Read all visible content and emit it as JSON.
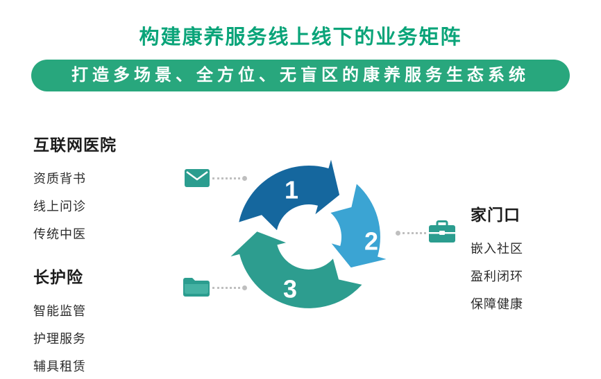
{
  "header": {
    "title": "构建康养服务线上线下的业务矩阵",
    "subtitle": "打造多场景、全方位、无盲区的康养服务生态系统"
  },
  "colors": {
    "title_green": "#0aa479",
    "pill_bg": "#28a77d",
    "segment1_dark_blue": "#15679e",
    "segment2_light_blue": "#3ba4d3",
    "segment3_teal": "#2d9d8f",
    "icon_teal": "#2b9d8f",
    "connector_gray": "#bfbfbf"
  },
  "cycle": {
    "segments": [
      {
        "number": "1"
      },
      {
        "number": "2"
      },
      {
        "number": "3"
      }
    ]
  },
  "sections": {
    "internet_hospital": {
      "heading": "互联网医院",
      "items": [
        "资质背书",
        "线上问诊",
        "传统中医"
      ]
    },
    "long_term_care": {
      "heading": "长护险",
      "items": [
        "智能监管",
        "护理服务",
        "辅具租赁"
      ]
    },
    "doorstep": {
      "heading": "家门口",
      "items": [
        "嵌入社区",
        "盈利闭环",
        "保障健康"
      ]
    }
  }
}
